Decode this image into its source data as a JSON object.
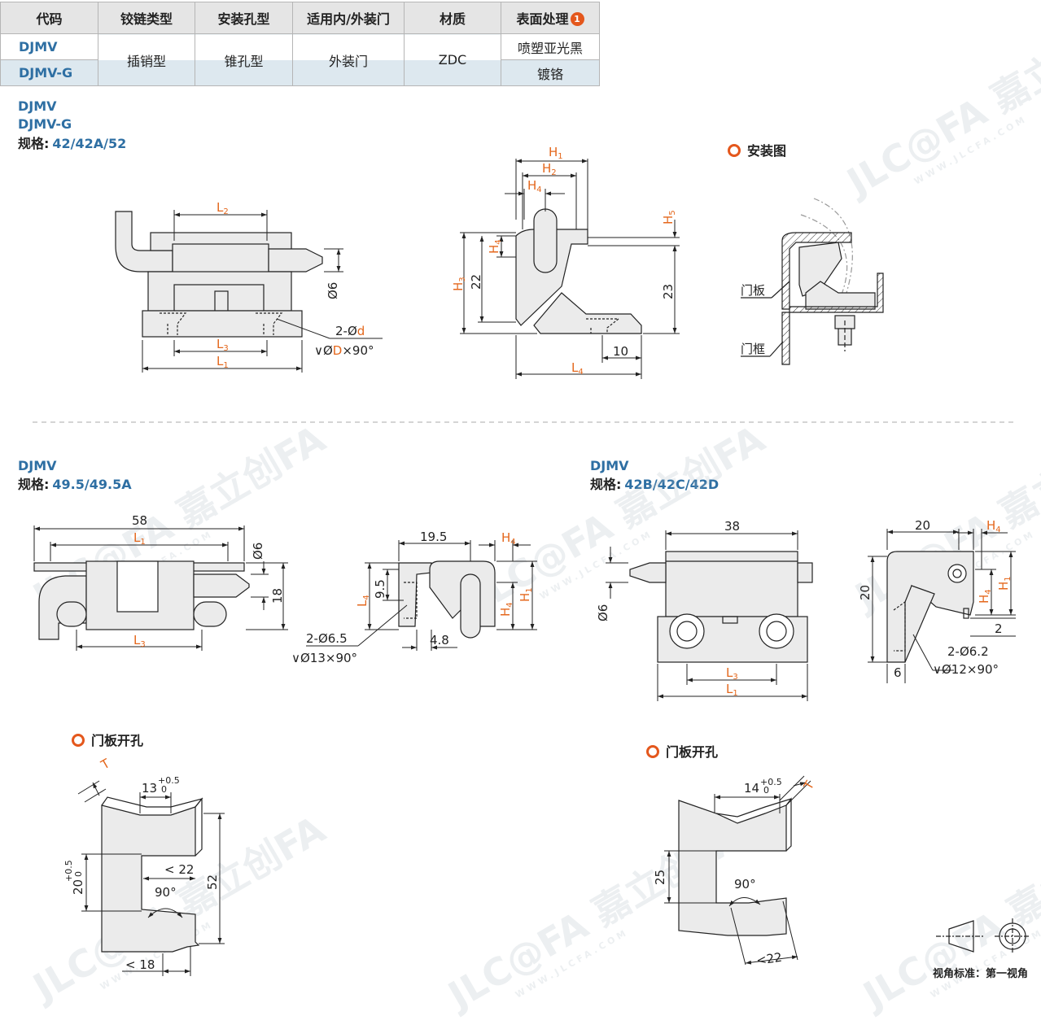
{
  "table": {
    "headers": [
      "代码",
      "铰链类型",
      "安装孔型",
      "适用内/外装门",
      "材质",
      "表面处理"
    ],
    "note_badge": "1",
    "rows": [
      {
        "code": "DJMV",
        "finish": "喷塑亚光黑"
      },
      {
        "code": "DJMV-G",
        "finish": "镀铬"
      }
    ],
    "hinge_type": "插销型",
    "hole_type": "锥孔型",
    "door": "外装门",
    "material": "ZDC"
  },
  "block1": {
    "model1": "DJMV",
    "model2": "DJMV-G",
    "spec_label": "规格:",
    "spec_value": "42/42A/52"
  },
  "block2": {
    "model": "DJMV",
    "spec_label": "规格:",
    "spec_value": "49.5/49.5A"
  },
  "block3": {
    "model": "DJMV",
    "spec_label": "规格:",
    "spec_value": "42B/42C/42D"
  },
  "sections": {
    "install": "安装图",
    "cutout_left": "门板开孔",
    "cutout_right": "门板开孔"
  },
  "install_labels": {
    "door_panel": "门板",
    "door_frame": "门框"
  },
  "dims": {
    "d1": {
      "L2": "L",
      "L3": "L",
      "L1": "L",
      "sub2": "2",
      "sub3": "3",
      "sub1": "1",
      "phi6": "Ø6",
      "hole": "2-Ø",
      "hole_d": "d",
      "csk_pre": "Ø",
      "csk_D": "D",
      "csk_post": "×90°"
    },
    "d2": {
      "H": "H",
      "s1": "1",
      "s2": "2",
      "s4": "4",
      "s5": "5",
      "s3": "3",
      "v22": "22",
      "v23": "23",
      "v10": "10",
      "L": "L"
    },
    "d3": {
      "v58": "58",
      "phi6": "Ø6",
      "v18": "18",
      "L": "L",
      "s1": "1",
      "s3": "3"
    },
    "d4": {
      "v195": "19.5",
      "H4": "H",
      "s4": "4",
      "v95": "9.5",
      "L4": "L",
      "H1": "H",
      "s1": "1",
      "hole": "2-Ø6.5",
      "csk": "Ø13×90°",
      "v48": "4.8"
    },
    "d5": {
      "v38": "38",
      "phi6": "Ø6",
      "L": "L",
      "s1": "1",
      "s3": "3"
    },
    "d6": {
      "v20a": "20",
      "v20b": "20",
      "H": "H",
      "s4": "4",
      "s1": "1",
      "v2": "2",
      "hole": "2-Ø6.2",
      "csk": "Ø12×90°",
      "v6": "6"
    },
    "c1": {
      "T": "T",
      "v13": "13",
      "tol_up": "+0.5",
      "tol_dn": "0",
      "v20": "20",
      "v22": "< 22",
      "v90": "90°",
      "v52": "52",
      "v18": "< 18"
    },
    "c2": {
      "v14": "14",
      "tol_up": "+0.5",
      "tol_dn": "0",
      "T": "T",
      "v25": "25",
      "v90": "90°",
      "v22": "<22"
    }
  },
  "watermarks": {
    "brand": "JLC@FA 嘉立创FA",
    "url": "WWW.JLCFA.COM"
  },
  "footer": "视角标准：第一视角",
  "colors": {
    "accent": "#e4571c",
    "dim_orange": "#e4671c",
    "model_blue": "#2e6fa3",
    "header_bg": "#e5e5e5",
    "row_tint": "#dde8ef"
  }
}
